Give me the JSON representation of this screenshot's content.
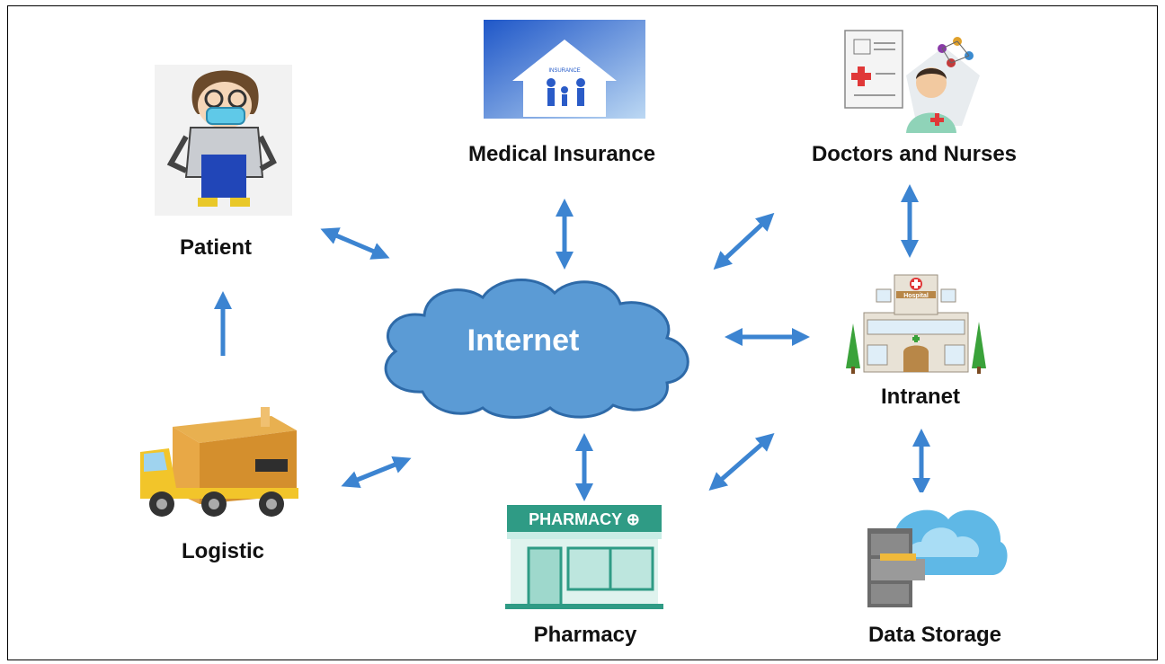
{
  "diagram": {
    "center": {
      "label": "Internet"
    },
    "nodes": {
      "patient": {
        "label": "Patient"
      },
      "medical_insurance": {
        "label": "Medical Insurance"
      },
      "doctors_nurses": {
        "label": "Doctors and Nurses"
      },
      "intranet": {
        "label": "Intranet"
      },
      "logistic": {
        "label": "Logistic"
      },
      "pharmacy": {
        "label": "Pharmacy",
        "sign_text": "PHARMACY ⊕"
      },
      "data_storage": {
        "label": "Data Storage"
      }
    },
    "illustrations": {
      "hospital_sign": "Hospital",
      "insurance_sign": "INSURANCE"
    },
    "colors": {
      "arrow": "#3c84d1",
      "cloud_fill": "#5b9bd5",
      "cloud_stroke": "#2e6aa8",
      "pharmacy_green": "#2f9b85"
    }
  }
}
